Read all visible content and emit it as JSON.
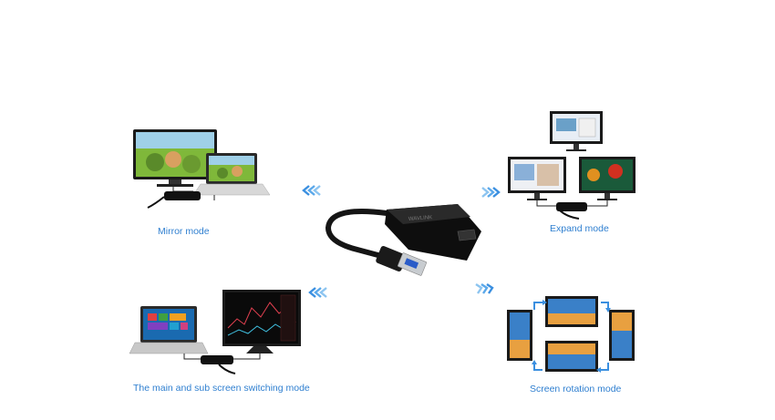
{
  "modes": {
    "mirror": {
      "label": "Mirror mode",
      "icon": "mirror-mode-illustration"
    },
    "expand": {
      "label": "Expand mode",
      "icon": "expand-mode-illustration"
    },
    "switching": {
      "label": "The main and sub screen switching mode",
      "icon": "switching-mode-illustration"
    },
    "rotation": {
      "label": "Screen rotation mode",
      "icon": "rotation-mode-illustration"
    }
  },
  "adapter": {
    "brand_text": "WAVLINK",
    "icon": "usb-hdmi-adapter"
  },
  "colors": {
    "label_blue": "#2f7fd0",
    "arrow_blue": "#3a8fe0",
    "device_black": "#111111"
  }
}
